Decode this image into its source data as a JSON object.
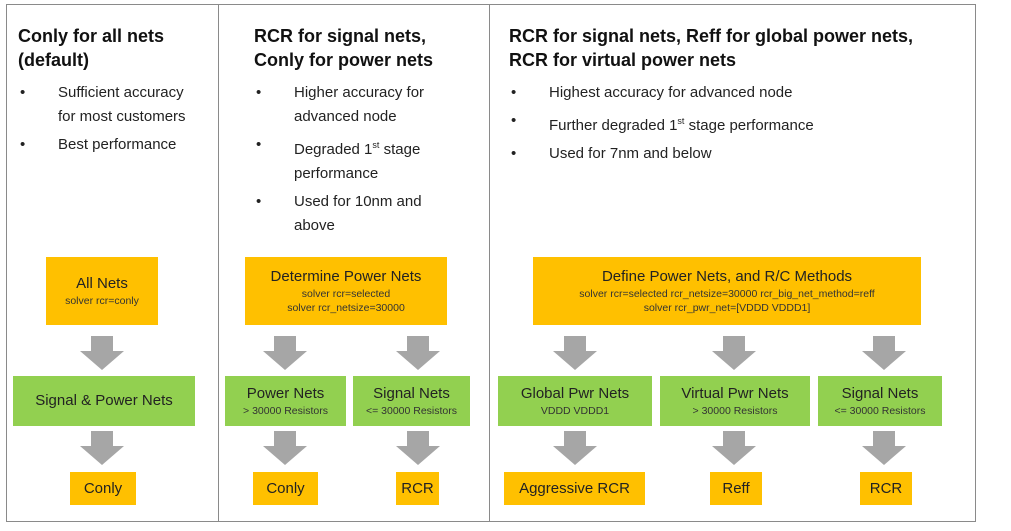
{
  "columns": [
    {
      "title_line1": "Conly for all nets",
      "title_line2": "(default)",
      "bullets": [
        {
          "line1": "Sufficient accuracy",
          "line2": "for most customers"
        },
        {
          "line1": "Best performance",
          "line2": ""
        }
      ],
      "top_box": {
        "main": "All Nets",
        "sub1": "solver rcr=conly",
        "sub2": ""
      },
      "branches": [
        {
          "net_box": {
            "main": "Signal & Power Nets",
            "sub": ""
          },
          "result": "Conly"
        }
      ]
    },
    {
      "title_line1": "RCR for signal nets,",
      "title_line2": "Conly for power nets",
      "bullets": [
        {
          "line1": "Higher accuracy for",
          "line2": "advanced node"
        },
        {
          "line1_pre": "Degraded 1",
          "line1_sup": "st",
          "line1_post": " stage",
          "line2": "performance"
        },
        {
          "line1": "Used for 10nm and",
          "line2": "above"
        }
      ],
      "top_box": {
        "main": "Determine Power Nets",
        "sub1": "solver rcr=selected",
        "sub2": "solver rcr_netsize=30000"
      },
      "branches": [
        {
          "net_box": {
            "main": "Power Nets",
            "sub": "> 30000 Resistors"
          },
          "result": "Conly"
        },
        {
          "net_box": {
            "main": "Signal Nets",
            "sub": "<= 30000 Resistors"
          },
          "result": "RCR"
        }
      ]
    },
    {
      "title_line1": "RCR for signal nets, Reff for global power nets,",
      "title_line2": "RCR for virtual power nets",
      "bullets": [
        {
          "line1": "Highest accuracy for advanced node"
        },
        {
          "line1_pre": "Further degraded 1",
          "line1_sup": "st",
          "line1_post": " stage performance"
        },
        {
          "line1": "Used for 7nm and below"
        }
      ],
      "top_box": {
        "main": "Define Power Nets, and R/C Methods",
        "sub1": "solver rcr=selected rcr_netsize=30000 rcr_big_net_method=reff",
        "sub2": "solver rcr_pwr_net=[VDDD VDDD1]"
      },
      "branches": [
        {
          "net_box": {
            "main": "Global Pwr Nets",
            "sub": "VDDD VDDD1"
          },
          "result": "Aggressive RCR"
        },
        {
          "net_box": {
            "main": "Virtual Pwr Nets",
            "sub": "> 30000 Resistors"
          },
          "result": "Reff"
        },
        {
          "net_box": {
            "main": "Signal Nets",
            "sub": "<= 30000 Resistors"
          },
          "result": "RCR"
        }
      ]
    }
  ],
  "bullet_glyph": "•",
  "colors": {
    "orange_box": "#ffc000",
    "green_box": "#92d050",
    "arrow": "#a6a6a6",
    "border": "#8a8a8a"
  }
}
